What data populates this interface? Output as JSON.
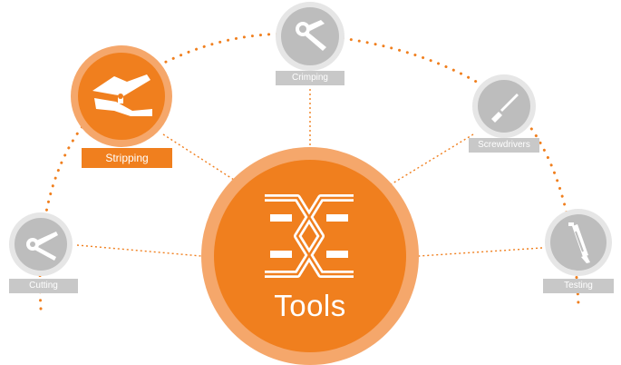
{
  "hub": {
    "title": "Tools",
    "icon": "tools-logo-icon"
  },
  "nodes": [
    {
      "id": "crimping",
      "label": "Crimping",
      "icon": "crimping-tool-icon",
      "active": false
    },
    {
      "id": "stripping",
      "label": "Stripping",
      "icon": "wire-stripper-icon",
      "active": true
    },
    {
      "id": "screwdrivers",
      "label": "Screwdrivers",
      "icon": "screwdriver-icon",
      "active": false
    },
    {
      "id": "cutting",
      "label": "Cutting",
      "icon": "cutter-icon",
      "active": false
    },
    {
      "id": "testing",
      "label": "Testing",
      "icon": "tester-icon",
      "active": false
    }
  ],
  "colors": {
    "accent": "#f07f1e",
    "accent_light": "#f5a76b",
    "inactive_disc": "#bdbdbd",
    "inactive_ring": "#e6e6e6",
    "label_bg": "#c8c8c8"
  }
}
